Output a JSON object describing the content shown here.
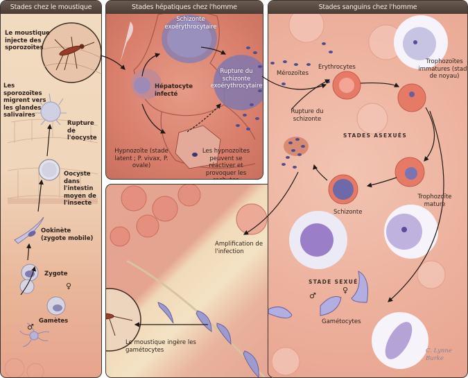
{
  "panels": {
    "mosquito": {
      "title": "Stades chez le moustique"
    },
    "liver": {
      "title": "Stades hépatiques chez l'homme"
    },
    "blood": {
      "title": "Stades sanguins chez l'homme"
    }
  },
  "mosquito_labels": {
    "inject": "Le moustique injecte des sporozoïtes",
    "migrate": "Les sporozoïtes migrent vers les glandes salivaires",
    "oocyst_rupture": "Rupture de l'oocyste",
    "oocyst": "Oocyste dans l'intestin moyen de l'insecte",
    "ookinete": "Ookinète (zygote mobile)",
    "zygote": "Zygote",
    "gametes": "Gamètes",
    "female_symbol": "♀",
    "male_symbol": "♂",
    "ingest": "Le moustique ingère les gamétocytes"
  },
  "liver_labels": {
    "schizont": "Schizonte exoérythrocytaire",
    "rupture": "Rupture du schizonte exoérythrocytaire",
    "hepatocyte": "Hépatocyte infecté",
    "hypnozoite": "Hypnozoïte (stade latent ; P. vivax, P. ovale)",
    "relapse": "Les hypnozoïtes peuvent se réactiver et provoquer les rechutes"
  },
  "blood_labels": {
    "merozoites": "Mérozoïtes",
    "erythrocytes": "Erythrocytes",
    "immature_troph": "Trophozoïtes immatures (stade de noyau)",
    "schizont_rupture": "Rupture du schizonte",
    "asexual": "STADES ASEXUÉS",
    "mature_troph": "Trophozoïte mature",
    "schizont": "Schizonte",
    "amplification": "Amplification de l'infection",
    "sexual": "STADE SEXUÉ",
    "gametocytes": "Gamétocytes",
    "female_symbol": "♀",
    "male_symbol": "♂"
  },
  "signature": "C. Lynne Burke",
  "colors": {
    "header_bg": "#4f4038",
    "rbc": "#e07a6a",
    "parasite": "#5b5a9e",
    "micrograph_bg": "#f4f2f8"
  }
}
